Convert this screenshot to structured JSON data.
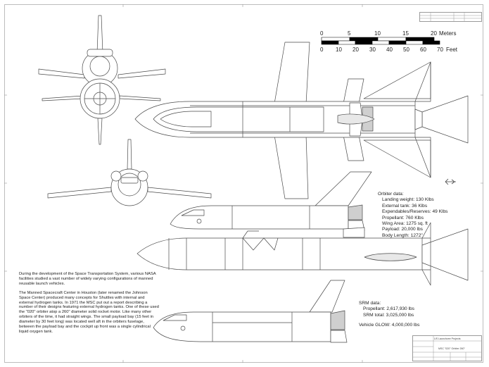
{
  "scale_bar": {
    "meters": {
      "ticks": [
        "0",
        "5",
        "10",
        "15",
        "20"
      ],
      "unit": "Meters"
    },
    "feet": {
      "ticks": [
        "0",
        "10",
        "20",
        "30",
        "40",
        "50",
        "60",
        "70"
      ],
      "unit": "Feet"
    }
  },
  "orbiter_data": {
    "heading": "Orbiter data:",
    "rows": [
      "Landing weight: 130 Klbs",
      "External tank: 36 Klbs",
      "Expendables/Reserves: 49 Klbs",
      "Propellant: 760 Klbs",
      "Wing Area: 1275 sq. ft",
      "Payload: 20,000 lbs",
      "Body Length: 1272\""
    ]
  },
  "srm_data": {
    "heading": "SRM data:",
    "rows": [
      "Propellant: 2,617,930 lbs",
      "SRM total: 3,025,000 lbs"
    ]
  },
  "vehicle_glow": "Vehicle GLOW: 4,000,000 lbs",
  "description": [
    "During the development of the Space Transportation System, various NASA facilities studied a vast number of widely varying configurations of manned reusable launch vehicles.",
    "The Manned Spacecraft Center in Houston (later renamed the Johnson Space Center) produced many concepts for Shuttles with internal and external hydrogen tanks. In 1971 the MSC put out a report describing a number of their designs featuring external hydrogen tanks. One of these used the \"020\" orbiter atop a 260\" diameter solid rocket motor. Like many other orbiters of the time, it had straight wings. The small payload bay (15 feet in diameter by 30 feet long) was located well aft in the orbiters fuselage, between the payload bay and the cockpit up front was a single cylindrical liquid oxygen tank."
  ],
  "title_block": {
    "company": "US Launchvee Projects",
    "title": "MSC \"020\" Orbiter 260\""
  },
  "colors": {
    "line": "#4a4a4a",
    "fill": "#ffffff",
    "shade": "#bdbdbd",
    "dark": "#2a2a2a",
    "frame": "#bdbdbd"
  }
}
